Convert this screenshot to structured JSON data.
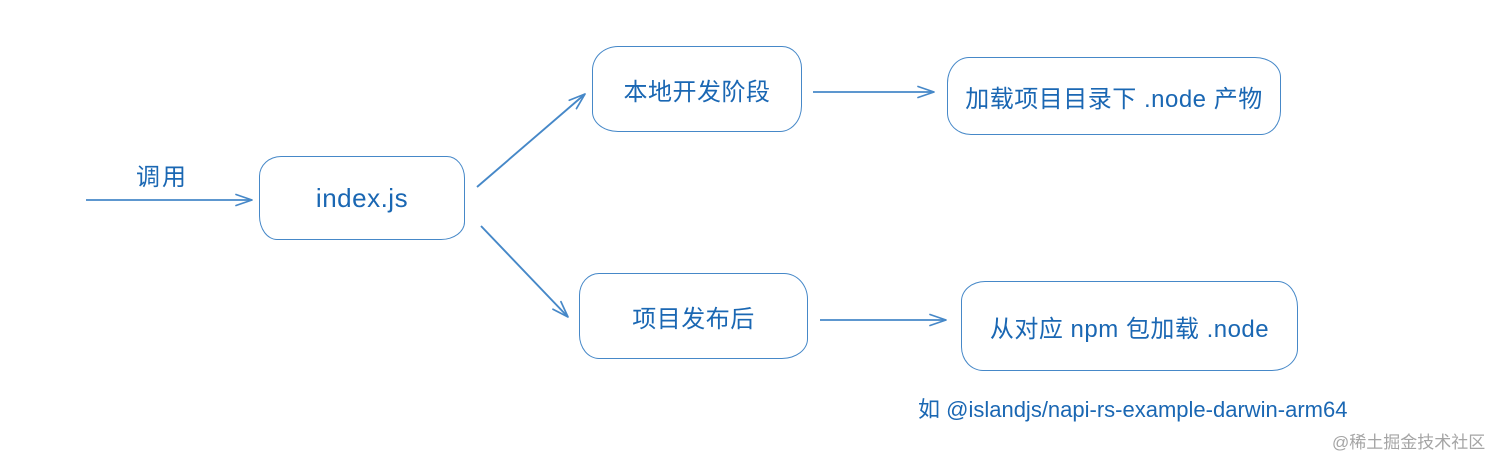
{
  "diagram": {
    "type": "flowchart",
    "colors": {
      "stroke": "#4688c8",
      "text": "#1a67b3",
      "watermark": "#a5a5a5",
      "background": "#ffffff"
    },
    "nodes": [
      {
        "id": "index-js",
        "label": "index.js"
      },
      {
        "id": "local-dev",
        "label": "本地开发阶段"
      },
      {
        "id": "load-local",
        "label": "加载项目目录下 .node 产物"
      },
      {
        "id": "after-publish",
        "label": "项目发布后"
      },
      {
        "id": "load-npm",
        "label": "从对应 npm 包加载 .node"
      }
    ],
    "edges": [
      {
        "from": "caller",
        "to": "index-js",
        "label": "调用"
      },
      {
        "from": "index-js",
        "to": "local-dev",
        "label": ""
      },
      {
        "from": "index-js",
        "to": "after-publish",
        "label": ""
      },
      {
        "from": "local-dev",
        "to": "load-local",
        "label": ""
      },
      {
        "from": "after-publish",
        "to": "load-npm",
        "label": ""
      }
    ],
    "call_label": "调用",
    "annotation": "如 @islandjs/napi-rs-example-darwin-arm64",
    "watermark": "@稀土掘金技术社区"
  }
}
